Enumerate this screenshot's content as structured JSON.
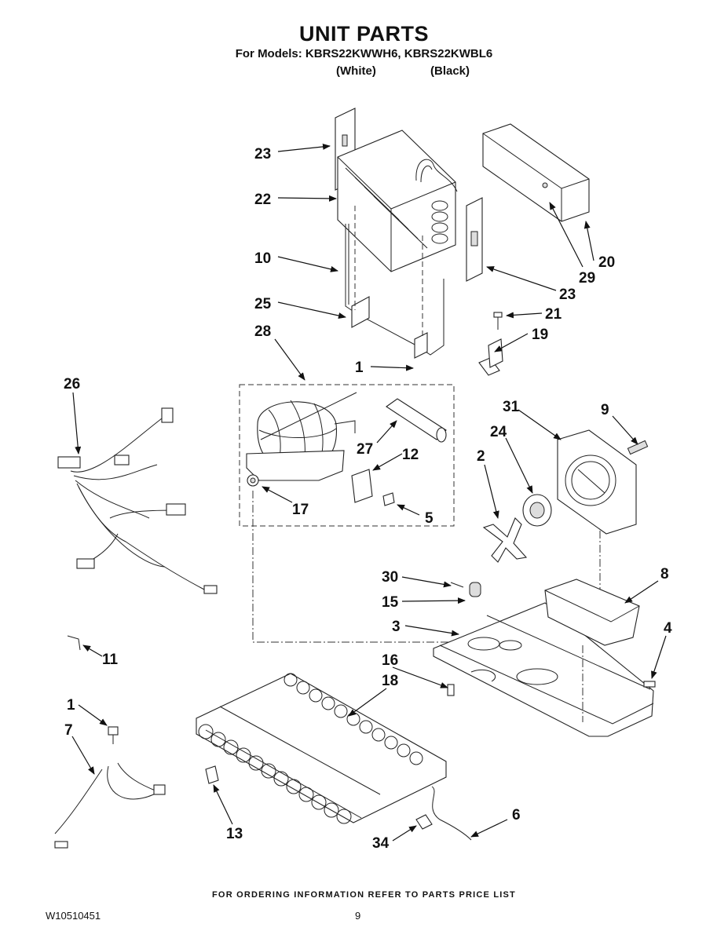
{
  "header": {
    "title": "UNIT PARTS",
    "models_line": "For Models: KBRS22KWWH6, KBRS22KWBL6",
    "color_white": "(White)",
    "color_black": "(Black)"
  },
  "callouts": {
    "c1_top": "1",
    "c1_bottom": "1",
    "c2": "2",
    "c3": "3",
    "c4": "4",
    "c5": "5",
    "c6": "6",
    "c7": "7",
    "c8": "8",
    "c9": "9",
    "c10": "10",
    "c11": "11",
    "c12": "12",
    "c13": "13",
    "c15": "15",
    "c16": "16",
    "c17": "17",
    "c18": "18",
    "c19": "19",
    "c20": "20",
    "c21": "21",
    "c22": "22",
    "c23_top": "23",
    "c23_right": "23",
    "c24": "24",
    "c25": "25",
    "c26": "26",
    "c27": "27",
    "c28": "28",
    "c29": "29",
    "c30": "30",
    "c31": "31",
    "c34": "34"
  },
  "footer": {
    "ordering_note": "FOR ORDERING INFORMATION REFER TO PARTS PRICE LIST",
    "doc_number": "W10510451",
    "page_number": "9"
  }
}
